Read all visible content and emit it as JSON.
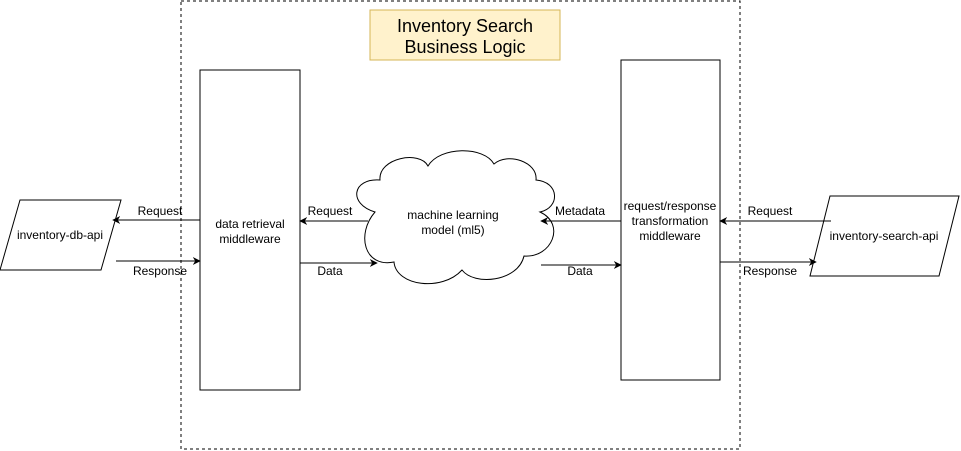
{
  "boundary": {
    "title_line1": "Inventory Search",
    "title_line2": "Business Logic",
    "title_fill": "#fff2cc",
    "title_stroke": "#d6b656"
  },
  "nodes": {
    "inventory_db_api": "inventory-db-api",
    "inventory_search_api": "inventory-search-api",
    "data_retrieval_line1": "data retrieval",
    "data_retrieval_line2": "middleware",
    "ml_line1": "machine learning",
    "ml_line2": "model (ml5)",
    "transform_line1": "request/response",
    "transform_line2": "transformation",
    "transform_line3": "middleware"
  },
  "edges": {
    "db_request": "Request",
    "db_response": "Response",
    "ml_request": "Request",
    "ml_data": "Data",
    "metadata": "Metadata",
    "transform_data": "Data",
    "search_request": "Request",
    "search_response": "Response"
  }
}
